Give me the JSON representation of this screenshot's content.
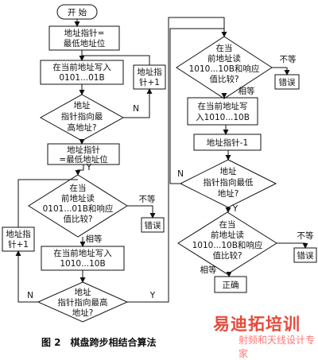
{
  "diagram": {
    "start": "开 始",
    "left": {
      "init1": [
        "地址指针=",
        "最低地址位"
      ],
      "write1": [
        "在当前地址写入",
        "0101...01B"
      ],
      "inc1": [
        "地址指",
        "针+1"
      ],
      "dec1": [
        "地址",
        "指针指向最",
        "高地址?"
      ],
      "init2": [
        "地址指针",
        "=最低地址位"
      ],
      "dec2": [
        "在当",
        "前地址读",
        "0101...01B和响应",
        "值比较?"
      ],
      "err1": "错误",
      "inc2": [
        "地址指",
        "针+1"
      ],
      "write2": [
        "在当前地址写入",
        "1010...10B"
      ],
      "dec3": [
        "地址",
        "指针指向最高",
        "地址?"
      ]
    },
    "right": {
      "dec4": [
        "在当",
        "前地址读",
        "1010...10B和响应",
        "值比较?"
      ],
      "err2": "错误",
      "write3": [
        "在当前地址写",
        "入1010...10B"
      ],
      "dec_ptr": "地址指针-1",
      "dec5": [
        "地址",
        "指针指向最低",
        "地址?"
      ],
      "dec6": [
        "在当",
        "前地址读",
        "1010...10B和响应",
        "值比较?"
      ],
      "err3": "错误",
      "ok": "正确"
    },
    "labels": {
      "N": "N",
      "Y": "Y",
      "equal": "相等",
      "notequal": "不等"
    }
  },
  "caption": "图 2　棋盘跨步相结合算法",
  "watermark": {
    "main": "易迪拓培训",
    "sub": "射频和天线设计专家"
  }
}
